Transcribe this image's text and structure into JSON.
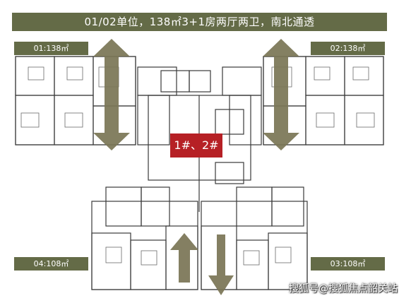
{
  "title": "01/02单位，138㎡3+1房两厅两卫，南北通透",
  "unit_labels": {
    "unit_01": "01:138㎡",
    "unit_02": "02:138㎡",
    "unit_03": "03:108㎡",
    "unit_04": "04:108㎡"
  },
  "building_badge": "1#、2#",
  "watermark": "搜狐号@搜狐焦点韶关站",
  "colors": {
    "banner": "#646b47",
    "arrow": "#7a7555",
    "badge": "#b62025",
    "wall": "#3a3a3a"
  }
}
